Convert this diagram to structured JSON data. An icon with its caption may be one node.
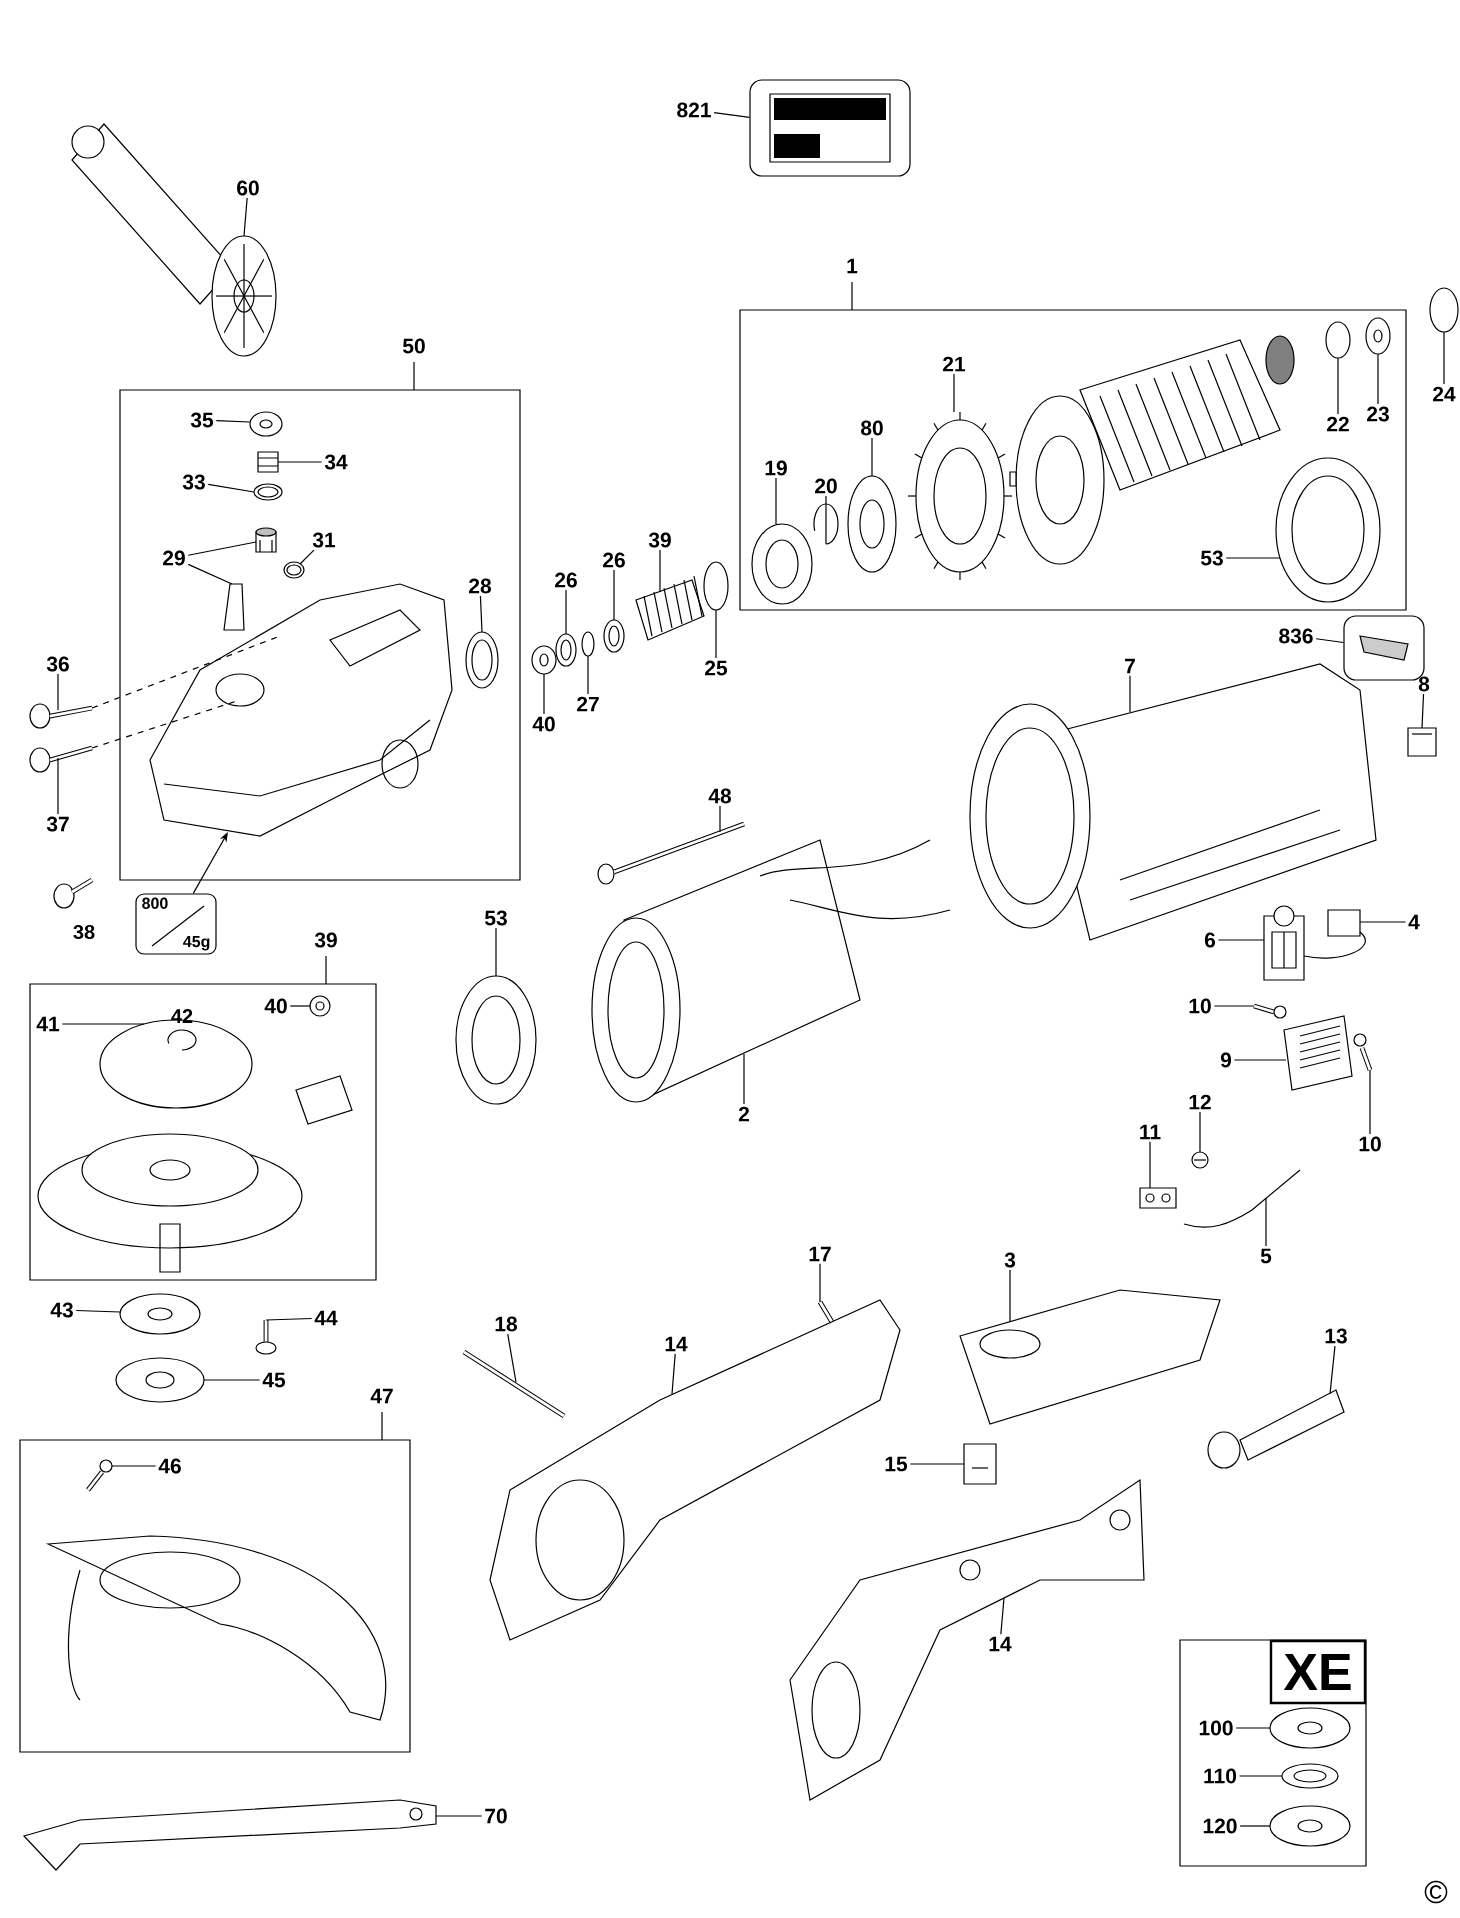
{
  "diagram": {
    "nodes": [
      {
        "text": [
          "821"
        ]
      },
      {
        "text": [],
        "shape": "picture"
      },
      {
        "text": [
          "60"
        ]
      },
      {
        "text": [
          "1"
        ]
      },
      {
        "text": [
          "21"
        ],
        "in": 3
      },
      {
        "text": [
          "80"
        ],
        "in": 3
      },
      {
        "text": [
          "19"
        ],
        "in": 3
      },
      {
        "text": [
          "20"
        ],
        "in": 3
      },
      {
        "text": [
          "22"
        ],
        "in": 3
      },
      {
        "text": [
          "23"
        ],
        "in": 3
      },
      {
        "text": [
          "53"
        ],
        "in": 3
      },
      {
        "text": [
          "24"
        ]
      },
      {
        "text": [
          "50"
        ]
      },
      {
        "text": [
          "35"
        ],
        "in": 12
      },
      {
        "text": [
          "34"
        ],
        "in": 12
      },
      {
        "text": [
          "33"
        ],
        "in": 12
      },
      {
        "text": [
          "29"
        ],
        "in": 12
      },
      {
        "text": [
          "31"
        ],
        "in": 12
      },
      {
        "text": [
          "28"
        ],
        "in": 12
      },
      {
        "text": [
          "26"
        ]
      },
      {
        "text": [
          "26"
        ]
      },
      {
        "text": [
          "39"
        ]
      },
      {
        "text": [
          "25"
        ]
      },
      {
        "text": [
          "27"
        ]
      },
      {
        "text": [
          "40"
        ]
      },
      {
        "text": [
          "36"
        ]
      },
      {
        "text": [
          "37"
        ]
      },
      {
        "text": [
          "800",
          "45g"
        ]
      },
      {
        "text": [
          "7"
        ]
      },
      {
        "text": [],
        "shape": "picture"
      },
      {
        "text": [
          "836"
        ]
      },
      {
        "text": [
          "8"
        ]
      },
      {
        "text": [
          "48"
        ]
      },
      {
        "text": [
          "53"
        ]
      },
      {
        "text": [
          "2"
        ]
      },
      {
        "text": [
          "6"
        ]
      },
      {
        "text": [
          "4"
        ]
      },
      {
        "text": [
          "10"
        ]
      },
      {
        "text": [
          "9"
        ]
      },
      {
        "text": [
          "10"
        ]
      },
      {
        "text": [
          "12"
        ]
      },
      {
        "text": [
          "11"
        ]
      },
      {
        "text": [
          "5"
        ]
      },
      {
        "text": [
          "39"
        ]
      },
      {
        "text": [
          "40"
        ],
        "in": 43
      },
      {
        "text": [
          "41"
        ],
        "in": 43
      },
      {
        "text": [
          "43"
        ]
      },
      {
        "text": [
          "44"
        ]
      },
      {
        "text": [
          "45"
        ]
      },
      {
        "text": [
          "47"
        ]
      },
      {
        "text": [
          "46"
        ],
        "in": 49
      },
      {
        "text": [
          "18"
        ]
      },
      {
        "text": [
          "17"
        ]
      },
      {
        "text": [
          "14"
        ]
      },
      {
        "text": [
          "3"
        ]
      },
      {
        "text": [
          "13"
        ]
      },
      {
        "text": [
          "15"
        ]
      },
      {
        "text": [
          "14"
        ]
      },
      {
        "text": [
          "70"
        ]
      },
      {
        "text": [],
        "shape": "box"
      },
      {
        "text": [
          "100"
        ],
        "in": 59
      },
      {
        "text": [
          "110"
        ],
        "in": 59
      },
      {
        "text": [
          "120"
        ],
        "in": 59
      },
      {
        "text": [],
        "shape": "picture",
        "in": 12
      },
      {
        "text": [],
        "shape": "picture"
      },
      {
        "text": [
          "XE"
        ],
        "in": 59
      },
      {
        "text": [],
        "shape": "picture"
      },
      {
        "text": [],
        "shape": "picture",
        "in": 3
      },
      {
        "text": [],
        "shape": "picture",
        "in": 3
      },
      {
        "text": [],
        "shape": "picture",
        "in": 3
      },
      {
        "text": [],
        "shape": "picture",
        "in": 3
      },
      {
        "text": [],
        "shape": "picture",
        "in": 3
      },
      {
        "text": [],
        "shape": "picture",
        "in": 3
      },
      {
        "text": [],
        "shape": "picture",
        "in": 3
      },
      {
        "text": [],
        "shape": "picture"
      },
      {
        "text": [],
        "shape": "picture",
        "in": 12
      },
      {
        "text": [],
        "shape": "picture",
        "in": 12
      },
      {
        "text": [],
        "shape": "picture",
        "in": 12
      },
      {
        "text": [],
        "shape": "picture",
        "in": 12
      },
      {
        "text": [],
        "shape": "picture",
        "in": 12
      },
      {
        "text": [],
        "shape": "picture",
        "in": 12
      },
      {
        "text": [],
        "shape": "picture",
        "in": 12
      },
      {
        "text": [],
        "shape": "picture"
      },
      {
        "text": [],
        "shape": "picture"
      },
      {
        "text": [],
        "shape": "picture"
      },
      {
        "text": [],
        "shape": "picture"
      },
      {
        "text": [],
        "shape": "picture"
      },
      {
        "text": [],
        "shape": "picture"
      },
      {
        "text": [],
        "shape": "picture"
      },
      {
        "text": [],
        "shape": "picture"
      },
      {
        "text": [],
        "shape": "picture"
      },
      {
        "text": [],
        "shape": "picture"
      },
      {
        "text": [],
        "shape": "picture"
      },
      {
        "text": [],
        "shape": "picture"
      },
      {
        "text": [],
        "shape": "picture"
      },
      {
        "text": [],
        "shape": "picture"
      },
      {
        "text": [],
        "shape": "picture"
      },
      {
        "text": [],
        "shape": "picture"
      },
      {
        "text": [],
        "shape": "picture"
      },
      {
        "text": [],
        "shape": "picture"
      },
      {
        "text": [],
        "shape": "picture"
      },
      {
        "text": [],
        "shape": "picture"
      },
      {
        "text": [],
        "shape": "picture",
        "in": 43
      },
      {
        "text": [],
        "shape": "picture",
        "in": 43
      },
      {
        "text": [],
        "shape": "picture"
      },
      {
        "text": [],
        "shape": "picture"
      },
      {
        "text": [],
        "shape": "picture"
      },
      {
        "text": [],
        "shape": "picture",
        "in": 49
      },
      {
        "text": [],
        "shape": "picture"
      },
      {
        "text": [],
        "shape": "picture"
      },
      {
        "text": [],
        "shape": "picture"
      },
      {
        "text": [],
        "shape": "picture"
      },
      {
        "text": [],
        "shape": "picture"
      },
      {
        "text": [],
        "shape": "picture"
      },
      {
        "text": [],
        "shape": "picture"
      },
      {
        "text": [],
        "shape": "picture"
      },
      {
        "text": [],
        "shape": "picture",
        "in": 59
      },
      {
        "text": [],
        "shape": "picture",
        "in": 59
      },
      {
        "text": [],
        "shape": "picture",
        "in": 59
      }
    ],
    "edges": [
      {
        "from": 0,
        "to": 1,
        "arrow": "none"
      },
      {
        "from": 2,
        "to": 66,
        "arrow": "none"
      },
      {
        "from": 4,
        "to": 67,
        "arrow": "none"
      },
      {
        "from": 5,
        "to": 68,
        "arrow": "none"
      },
      {
        "from": 6,
        "to": 69,
        "arrow": "none"
      },
      {
        "from": 7,
        "to": 70,
        "arrow": "none"
      },
      {
        "from": 8,
        "to": 71,
        "arrow": "none"
      },
      {
        "from": 9,
        "to": 72,
        "arrow": "none"
      },
      {
        "from": 10,
        "to": 73,
        "arrow": "none"
      },
      {
        "from": 11,
        "to": 74,
        "arrow": "none"
      },
      {
        "from": 13,
        "to": 75,
        "arrow": "none"
      },
      {
        "from": 14,
        "to": 76,
        "arrow": "none"
      },
      {
        "from": 15,
        "to": 77,
        "arrow": "none"
      },
      {
        "from": 16,
        "to": 78,
        "arrow": "none"
      },
      {
        "from": 16,
        "to": 79,
        "arrow": "none"
      },
      {
        "from": 17,
        "to": 80,
        "arrow": "none"
      },
      {
        "from": 18,
        "to": 81,
        "arrow": "none"
      },
      {
        "from": 19,
        "to": 82,
        "arrow": "none"
      },
      {
        "from": 20,
        "to": 83,
        "arrow": "none"
      },
      {
        "from": 21,
        "to": 84,
        "arrow": "none"
      },
      {
        "from": 22,
        "to": 85,
        "arrow": "none"
      },
      {
        "from": 23,
        "to": 86,
        "arrow": "none"
      },
      {
        "from": 24,
        "to": 87,
        "arrow": "none"
      },
      {
        "from": 25,
        "to": 88,
        "arrow": "none"
      },
      {
        "from": 26,
        "to": 89,
        "arrow": "none"
      },
      {
        "from": 27,
        "to": 63,
        "arrow": "to"
      },
      {
        "from": 28,
        "to": 90,
        "arrow": "none"
      },
      {
        "from": 30,
        "to": 29,
        "arrow": "none"
      },
      {
        "from": 31,
        "to": 64,
        "arrow": "none"
      },
      {
        "from": 32,
        "to": 91,
        "arrow": "none"
      },
      {
        "from": 33,
        "to": 92,
        "arrow": "none"
      },
      {
        "from": 34,
        "to": 93,
        "arrow": "none"
      },
      {
        "from": 35,
        "to": 94,
        "arrow": "none"
      },
      {
        "from": 36,
        "to": 95,
        "arrow": "none"
      },
      {
        "from": 37,
        "to": 96,
        "arrow": "none"
      },
      {
        "from": 38,
        "to": 97,
        "arrow": "none"
      },
      {
        "from": 39,
        "to": 98,
        "arrow": "none"
      },
      {
        "from": 40,
        "to": 99,
        "arrow": "none"
      },
      {
        "from": 41,
        "to": 100,
        "arrow": "none"
      },
      {
        "from": 42,
        "to": 101,
        "arrow": "none"
      },
      {
        "from": 44,
        "to": 102,
        "arrow": "none"
      },
      {
        "from": 45,
        "to": 103,
        "arrow": "none"
      },
      {
        "from": 46,
        "to": 104,
        "arrow": "none"
      },
      {
        "from": 47,
        "to": 105,
        "arrow": "none"
      },
      {
        "from": 48,
        "to": 106,
        "arrow": "none"
      },
      {
        "from": 50,
        "to": 107,
        "arrow": "none"
      },
      {
        "from": 51,
        "to": 108,
        "arrow": "none"
      },
      {
        "from": 52,
        "to": 109,
        "arrow": "none"
      },
      {
        "from": 53,
        "to": 110,
        "arrow": "none"
      },
      {
        "from": 54,
        "to": 111,
        "arrow": "none"
      },
      {
        "from": 55,
        "to": 112,
        "arrow": "none"
      },
      {
        "from": 56,
        "to": 113,
        "arrow": "none"
      },
      {
        "from": 57,
        "to": 114,
        "arrow": "none"
      },
      {
        "from": 58,
        "to": 115,
        "arrow": "none"
      },
      {
        "from": 60,
        "to": 116,
        "arrow": "none"
      },
      {
        "from": 61,
        "to": 117,
        "arrow": "none"
      },
      {
        "from": 62,
        "to": 118,
        "arrow": "none"
      },
      {
        "from": 88,
        "to": 63,
        "arrow": "none",
        "style": "dashed"
      },
      {
        "from": 89,
        "to": 63,
        "arrow": "none",
        "style": "dashed"
      }
    ],
    "labels": [
      "38",
      "42",
      "©"
    ]
  }
}
